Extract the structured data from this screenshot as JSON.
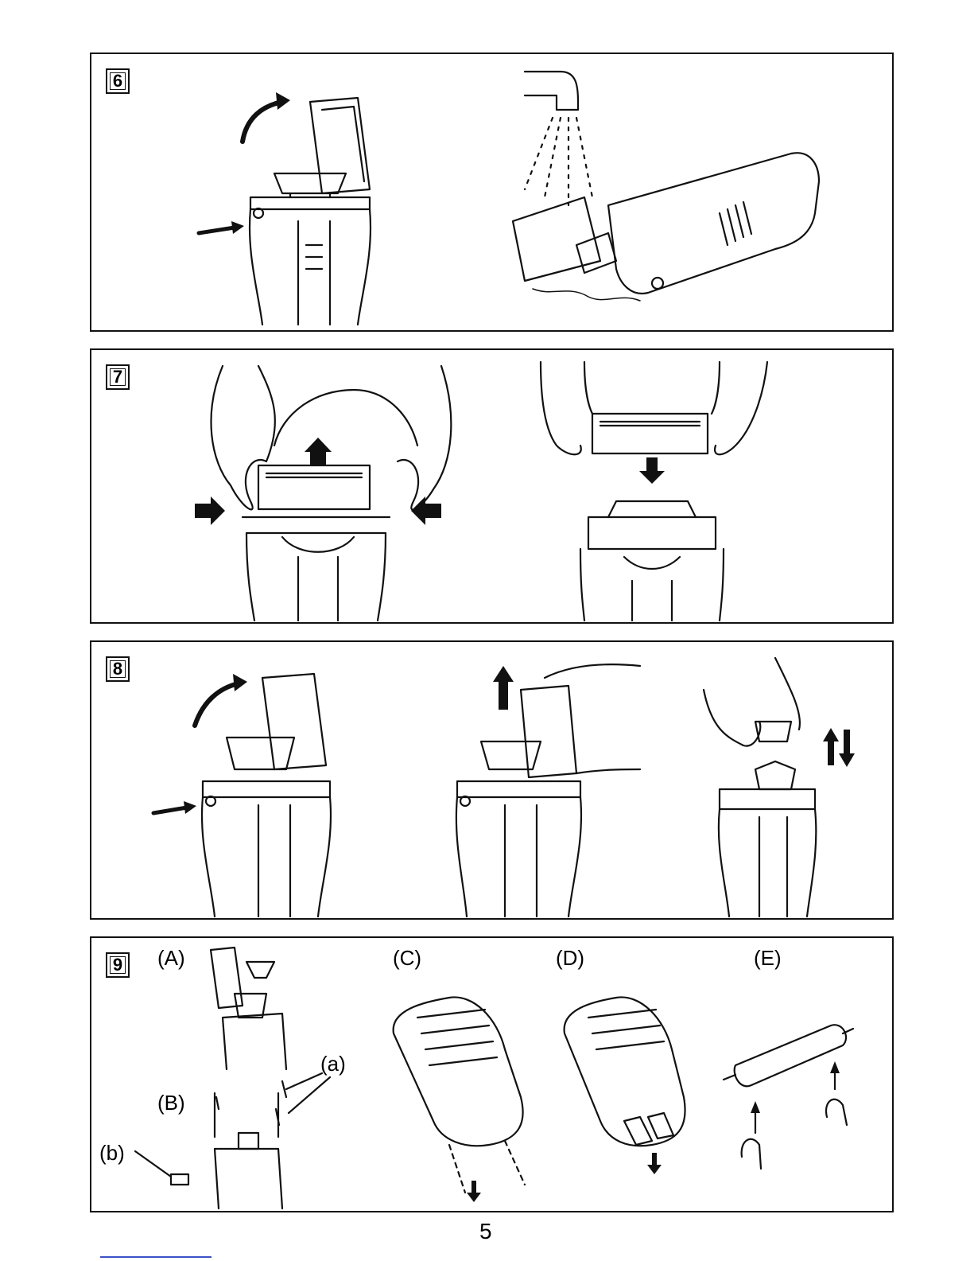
{
  "panels": {
    "p6": {
      "number": "6"
    },
    "p7": {
      "number": "7"
    },
    "p8": {
      "number": "8"
    },
    "p9": {
      "number": "9",
      "labels": {
        "A": "(A)",
        "B": "(B)",
        "C": "(C)",
        "D": "(D)",
        "E": "(E)",
        "a": "(a)",
        "b": "(b)"
      }
    }
  },
  "page_number": "5"
}
